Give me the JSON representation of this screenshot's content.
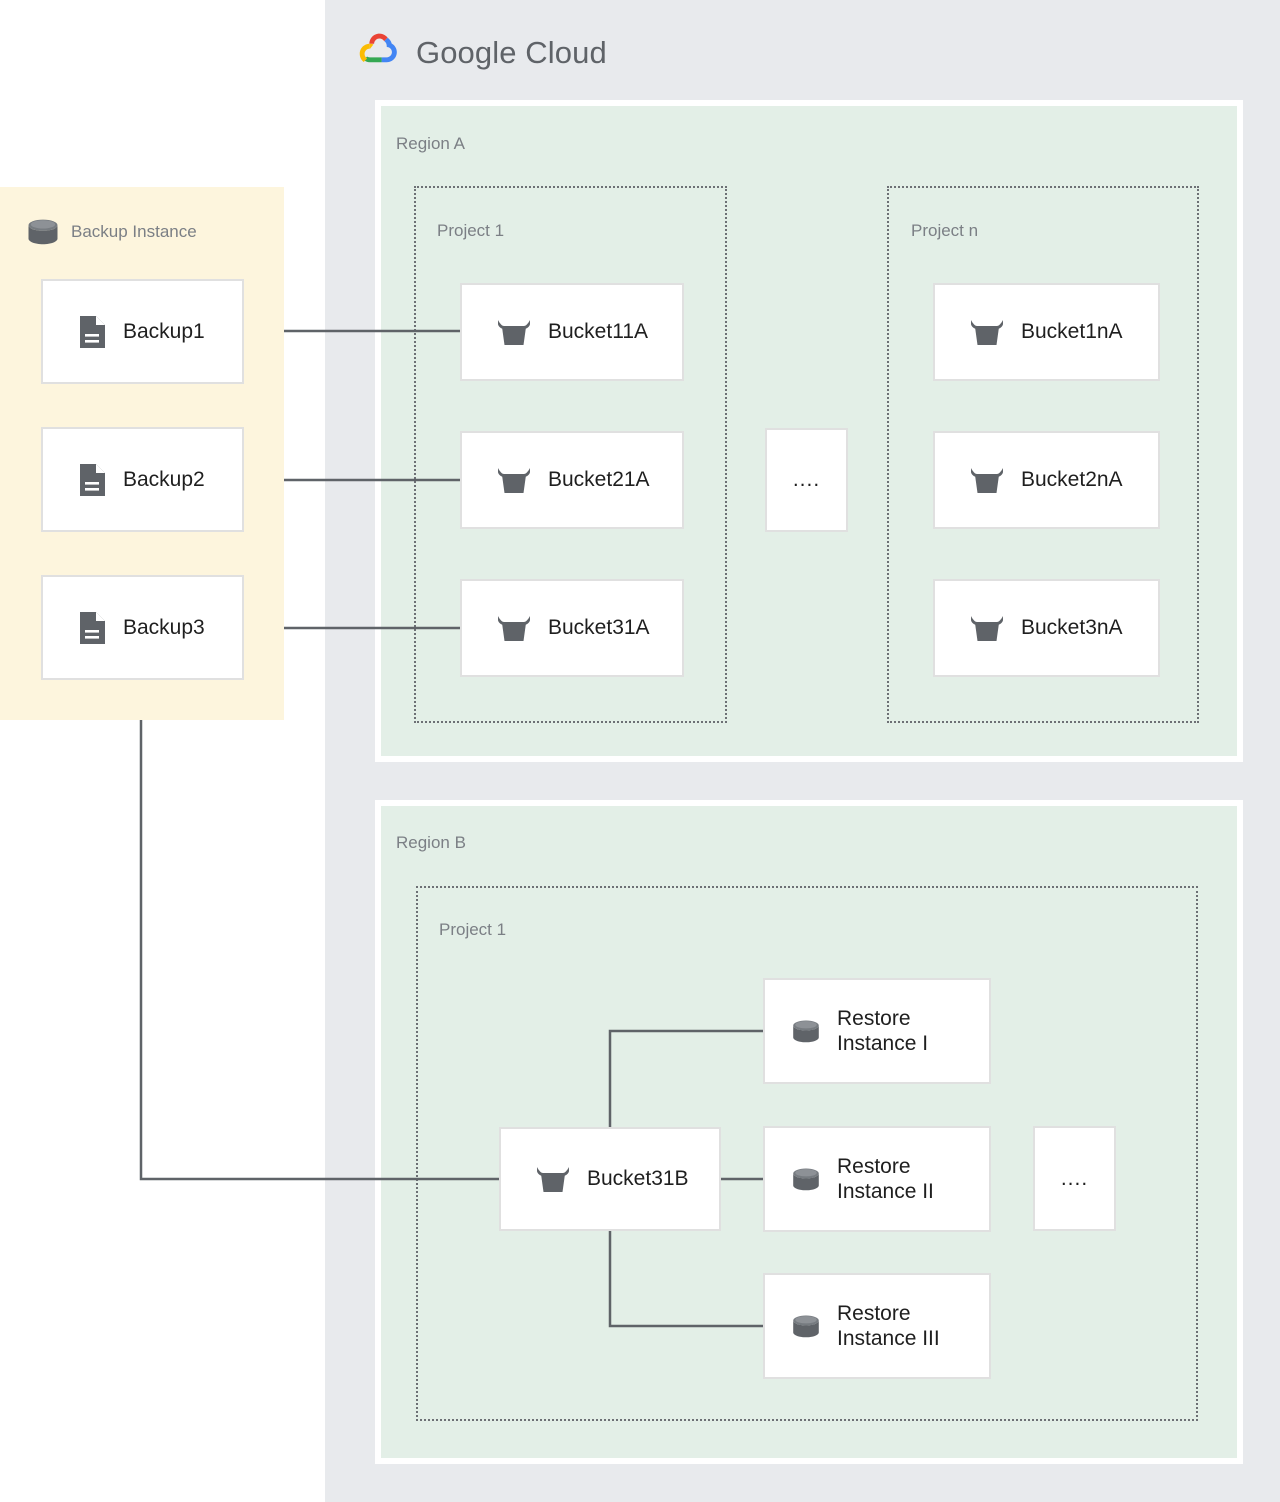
{
  "brand": {
    "name_bold": "Google",
    "name_light": "Cloud",
    "logo_icon": "google-cloud-logo-icon",
    "logo_colors": {
      "red": "#ea4335",
      "blue": "#4285f4",
      "yellow": "#fbbc04",
      "green": "#34a853"
    },
    "wordmark_color": "#5f6368"
  },
  "colors": {
    "gcp_backdrop": "#e8eaed",
    "region_fill": "#e3efe7",
    "backup_panel_fill": "#fdf5dd",
    "card_fill": "#ffffff",
    "card_border": "#e0e0e0",
    "project_border": "#6d7075",
    "connector": "#5f6368",
    "icon_gray": "#5f6368",
    "label_gray": "#7b7f85",
    "text_dark": "#1f1f1f"
  },
  "backup_panel": {
    "title": "Backup Instance",
    "icon": "database-cylinder-icon",
    "items": [
      {
        "label": "Backup1",
        "icon": "document-icon"
      },
      {
        "label": "Backup2",
        "icon": "document-icon"
      },
      {
        "label": "Backup3",
        "icon": "document-icon"
      }
    ]
  },
  "regions": [
    {
      "label": "Region A",
      "projects": [
        {
          "label": "Project 1",
          "items": [
            {
              "label": "Bucket11A",
              "icon": "storage-bucket-icon"
            },
            {
              "label": "Bucket21A",
              "icon": "storage-bucket-icon"
            },
            {
              "label": "Bucket31A",
              "icon": "storage-bucket-icon"
            }
          ]
        },
        {
          "label": "Project n",
          "items": [
            {
              "label": "Bucket1nA",
              "icon": "storage-bucket-icon"
            },
            {
              "label": "Bucket2nA",
              "icon": "storage-bucket-icon"
            },
            {
              "label": "Bucket3nA",
              "icon": "storage-bucket-icon"
            }
          ]
        }
      ],
      "ellipsis": "...."
    },
    {
      "label": "Region B",
      "projects": [
        {
          "label": "Project 1",
          "items": [
            {
              "label": "Bucket31B",
              "icon": "storage-bucket-icon"
            },
            {
              "label": "Restore\nInstance I",
              "icon": "database-cylinder-icon"
            },
            {
              "label": "Restore\nInstance II",
              "icon": "database-cylinder-icon"
            },
            {
              "label": "Restore\nInstance III",
              "icon": "database-cylinder-icon"
            }
          ]
        }
      ],
      "ellipsis": "...."
    }
  ],
  "connections": [
    {
      "from": "Backup1",
      "to": "Bucket11A"
    },
    {
      "from": "Backup2",
      "to": "Bucket21A"
    },
    {
      "from": "Backup3",
      "to": "Bucket31A"
    },
    {
      "from": "Backup3",
      "to": "Bucket31B"
    },
    {
      "from": "Bucket31B",
      "to": "Restore Instance I"
    },
    {
      "from": "Bucket31B",
      "to": "Restore Instance II"
    },
    {
      "from": "Bucket31B",
      "to": "Restore Instance III"
    }
  ]
}
